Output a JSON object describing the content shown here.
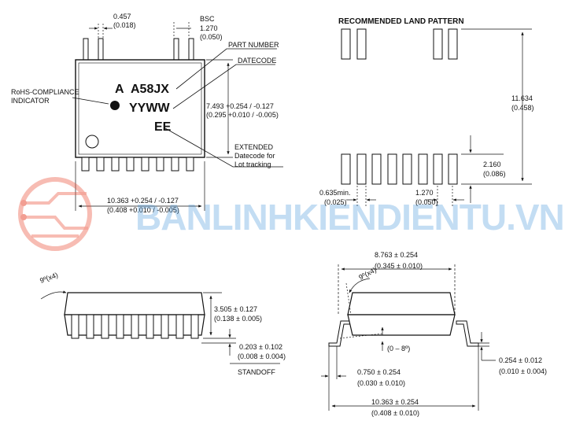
{
  "top_view": {
    "lead_width": {
      "mm": "0.457",
      "in": "(0.018)"
    },
    "pitch": {
      "label": "BSC",
      "mm": "1.270",
      "in": "(0.050)"
    },
    "part_number_label": "PART NUMBER",
    "datecode_label": "DATECODE",
    "rohs_label_line1": "RoHS-COMPLIANCE",
    "rohs_label_line2": "INDICATOR",
    "marking": {
      "a": "A",
      "part": "A58JX",
      "date": "YYWW",
      "ext": "EE"
    },
    "body_width": {
      "mm": "7.493 +0.254 / -0.127",
      "in": "(0.295 +0.010 / -0.005)"
    },
    "extended_label": "EXTENDED",
    "extended_line2": "Datecode for",
    "extended_line3": "Lot tracking",
    "body_length": {
      "mm": "10.363 +0.254 / -0.127",
      "in": "(0.408 +0.010 / -0.005)"
    }
  },
  "land_pattern": {
    "title": "RECOMMENDED LAND PATTERN",
    "overall": {
      "mm": "11.634",
      "in": "(0.458)"
    },
    "pad_length": {
      "mm": "2.160",
      "in": "(0.086)"
    },
    "pad_width": {
      "mm": "0.635min.",
      "in": "(0.025)"
    },
    "pitch": {
      "mm": "1.270",
      "in": "(0.050)"
    }
  },
  "side_view": {
    "angle": "9º(x4)",
    "height": {
      "mm": "3.505 ± 0.127",
      "in": "(0.138 ± 0.005)"
    },
    "standoff": {
      "mm": "0.203 ± 0.102",
      "in": "(0.008 ± 0.004)"
    },
    "standoff_label": "STANDOFF"
  },
  "end_view": {
    "top_width": {
      "mm": "8.763 ± 0.254",
      "in": "(0.345 ± 0.010)"
    },
    "angle": "9º(x4)",
    "foot_angle": "(0 – 8º)",
    "lead_thickness": {
      "mm": "0.254 ± 0.012",
      "in": "(0.010 ± 0.004)"
    },
    "foot_length": {
      "mm": "0.750 ± 0.254",
      "in": "(0.030 ± 0.010)"
    },
    "overall_width": {
      "mm": "10.363 ± 0.254",
      "in": "(0.408 ± 0.010)"
    }
  },
  "watermark": {
    "text": "BANLINHKIENDIENTU.VN",
    "color": "#3a8fd8",
    "logo_color": "#e8503a"
  }
}
